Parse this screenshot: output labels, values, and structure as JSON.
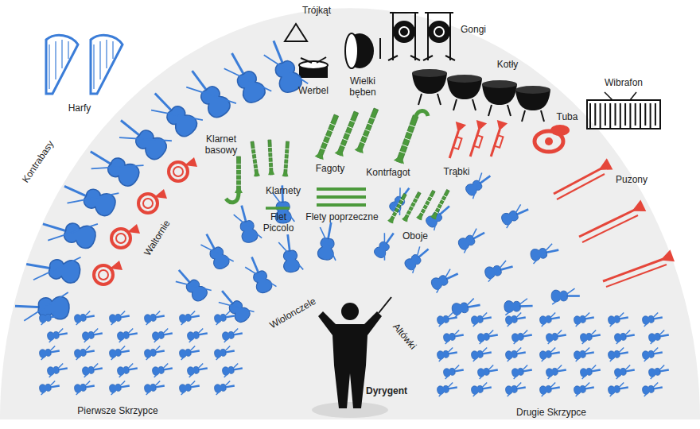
{
  "diagram": {
    "labels": [
      "Trójkąt",
      "Gongi",
      "Kotły",
      "Wibrafon",
      "Werbel",
      "Wielki bęben",
      "Harfy",
      "Kontrabasy",
      "Klarnet basowy",
      "Fagoty",
      "Kontrfagot",
      "Trąbki",
      "Tuba",
      "Klarnety",
      "Puzony",
      "Flet Piccolo",
      "Flety poprzeczne",
      "Oboje",
      "Waltornie",
      "Wiolonczele",
      "Altówki",
      "Dyrygent",
      "Pierwsze Skrzypce",
      "Drugie Skrzypce"
    ]
  }
}
